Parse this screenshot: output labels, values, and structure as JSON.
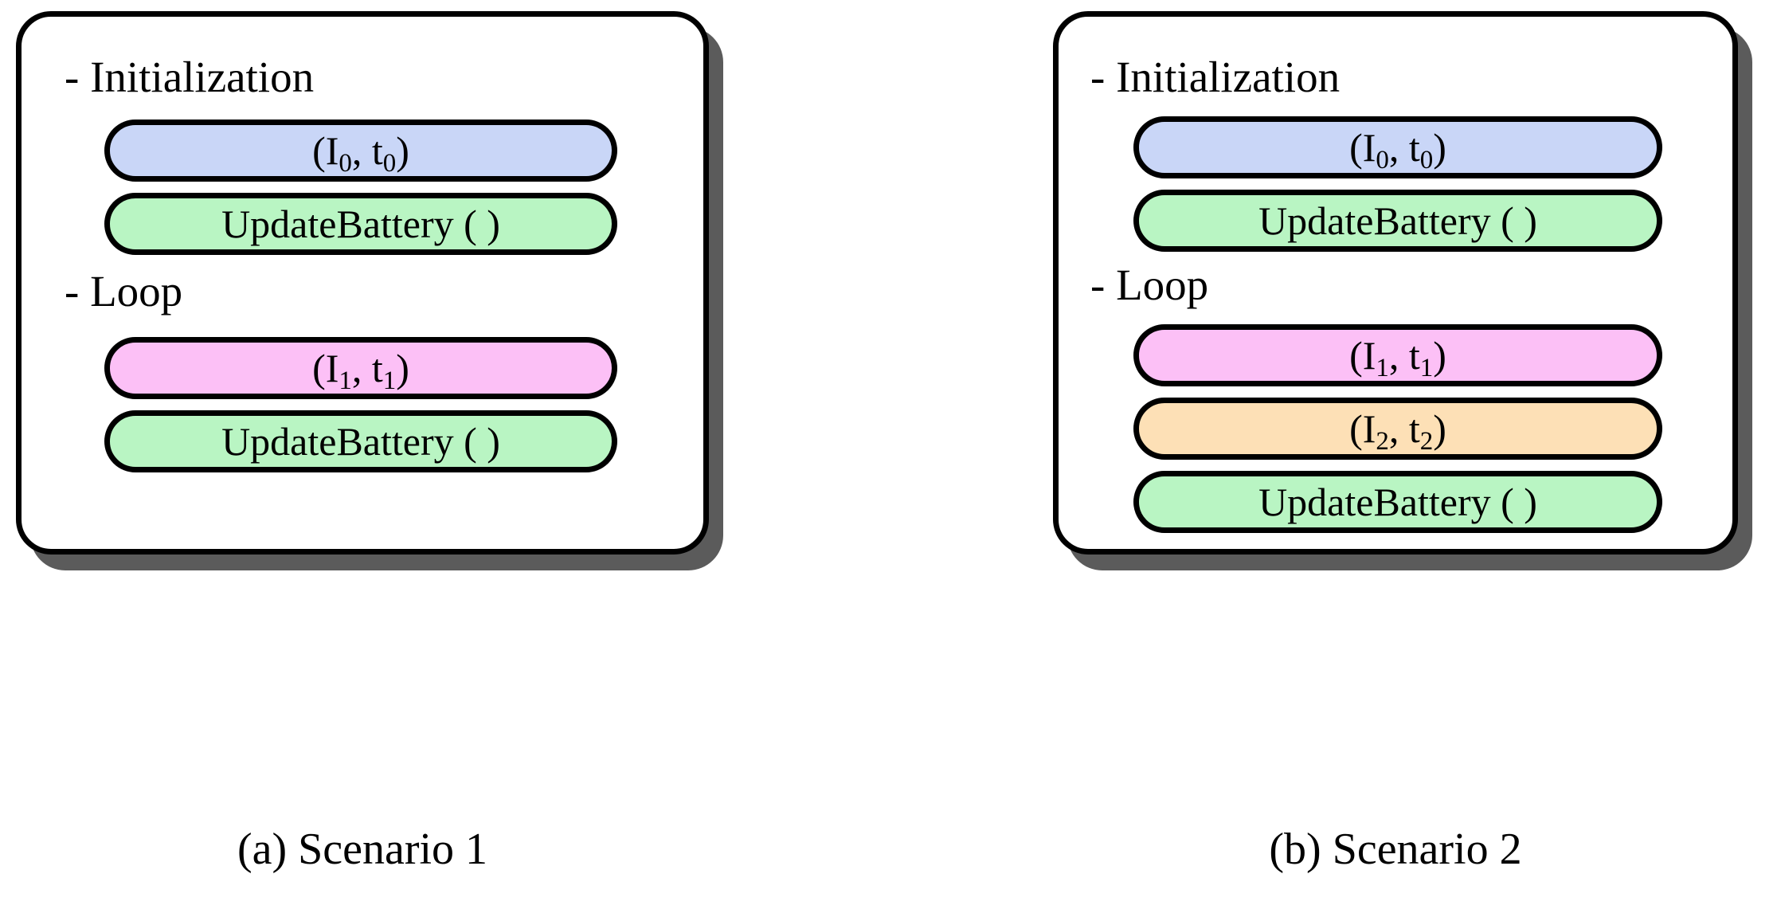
{
  "figure": {
    "colors": {
      "blue": "#c9d6f7",
      "green": "#b9f5c3",
      "pink": "#fcc0f6",
      "orange": "#fde0b6",
      "border": "#000000",
      "shadow": "#5b5b5b",
      "background": "#ffffff"
    }
  },
  "panels": [
    {
      "id": "scenario-1",
      "caption": "(a) Scenario 1",
      "sections": [
        {
          "id": "initialization",
          "label": "- Initialization",
          "pills": [
            {
              "id": "i0-t0",
              "color": "blue",
              "text": "(I0, t0)",
              "base": "(I",
              "sub1": "0",
              "mid": ", t",
              "sub2": "0",
              "tail": ")"
            },
            {
              "id": "update-battery-init",
              "color": "green",
              "text": "UpdateBattery ( )"
            }
          ]
        },
        {
          "id": "loop",
          "label": "- Loop",
          "pills": [
            {
              "id": "i1-t1",
              "color": "pink",
              "text": "(I1, t1)",
              "base": "(I",
              "sub1": "1",
              "mid": ", t",
              "sub2": "1",
              "tail": ")"
            },
            {
              "id": "update-battery-loop",
              "color": "green",
              "text": "UpdateBattery ( )"
            }
          ]
        }
      ]
    },
    {
      "id": "scenario-2",
      "caption": "(b) Scenario 2",
      "sections": [
        {
          "id": "initialization",
          "label": "- Initialization",
          "pills": [
            {
              "id": "i0-t0",
              "color": "blue",
              "text": "(I0, t0)",
              "base": "(I",
              "sub1": "0",
              "mid": ", t",
              "sub2": "0",
              "tail": ")"
            },
            {
              "id": "update-battery-init",
              "color": "green",
              "text": "UpdateBattery ( )"
            }
          ]
        },
        {
          "id": "loop",
          "label": "- Loop",
          "pills": [
            {
              "id": "i1-t1",
              "color": "pink",
              "text": "(I1, t1)",
              "base": "(I",
              "sub1": "1",
              "mid": ", t",
              "sub2": "1",
              "tail": ")"
            },
            {
              "id": "i2-t2",
              "color": "orange",
              "text": "(I2, t2)",
              "base": "(I",
              "sub1": "2",
              "mid": ", t",
              "sub2": "2",
              "tail": ")"
            },
            {
              "id": "update-battery-loop",
              "color": "green",
              "text": "UpdateBattery ( )"
            }
          ]
        }
      ]
    }
  ]
}
